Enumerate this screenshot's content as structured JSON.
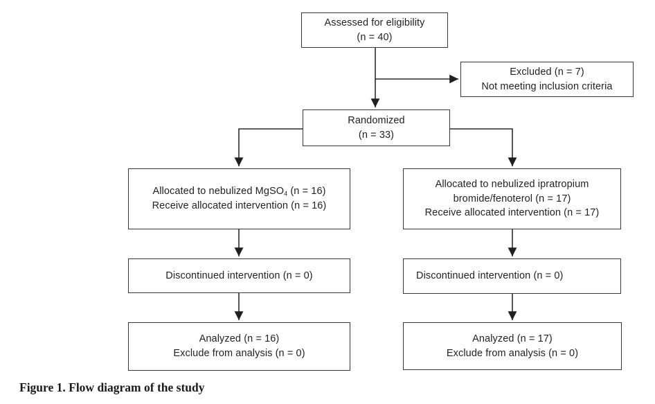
{
  "figure": {
    "caption": "Figure 1. Flow diagram of the study"
  },
  "colors": {
    "background": "#ffffff",
    "ink": "#231f20",
    "box_border": "#3a3637"
  },
  "boxes": {
    "assessed": {
      "line1": "Assessed for eligibility",
      "line2": "(n = 40)"
    },
    "excluded": {
      "line1": "Excluded (n = 7)",
      "line2": "Not meeting inclusion criteria"
    },
    "randomized": {
      "line1": "Randomized",
      "line2": "(n = 33)"
    },
    "alloc_left": {
      "line1_pre": "Allocated to nebulized MgSO",
      "line1_sub": "4",
      "line1_post": " (n = 16)",
      "line2": "Receive allocated intervention (n = 16)"
    },
    "alloc_right": {
      "line1": "Allocated to nebulized ipratropium",
      "line2": "bromide/fenoterol (n = 17)",
      "line3": "Receive allocated intervention (n = 17)"
    },
    "disc_left": {
      "line1": "Discontinued intervention (n = 0)"
    },
    "disc_right": {
      "line1": "Discontinued intervention (n = 0)"
    },
    "analyzed_left": {
      "line1": "Analyzed (n = 16)",
      "line2": "Exclude from analysis (n = 0)"
    },
    "analyzed_right": {
      "line1": "Analyzed (n = 17)",
      "line2": "Exclude from analysis (n = 0)"
    }
  }
}
